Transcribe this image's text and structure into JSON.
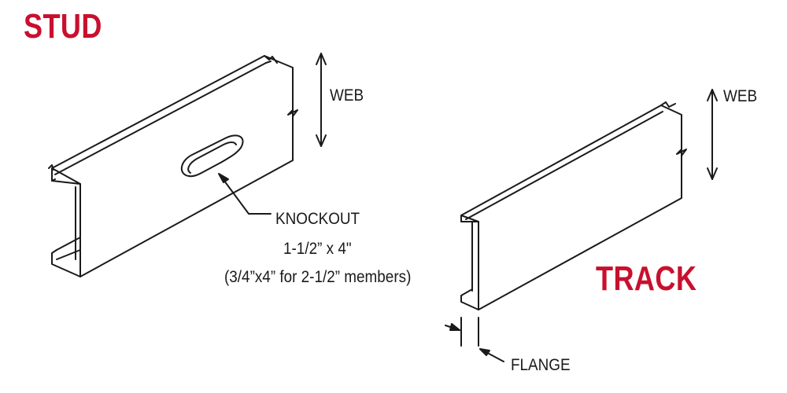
{
  "stud": {
    "title": "STUD",
    "web_label": "WEB",
    "knockout": {
      "label": "KNOCKOUT",
      "size": "1-1/2” x 4\"",
      "note": "(3/4”x4” for 2-1/2” members)"
    }
  },
  "track": {
    "title": "TRACK",
    "web_label": "WEB",
    "flange_label": "FLANGE"
  },
  "colors": {
    "title_red": "#c8102e",
    "line": "#1a1a1a"
  }
}
